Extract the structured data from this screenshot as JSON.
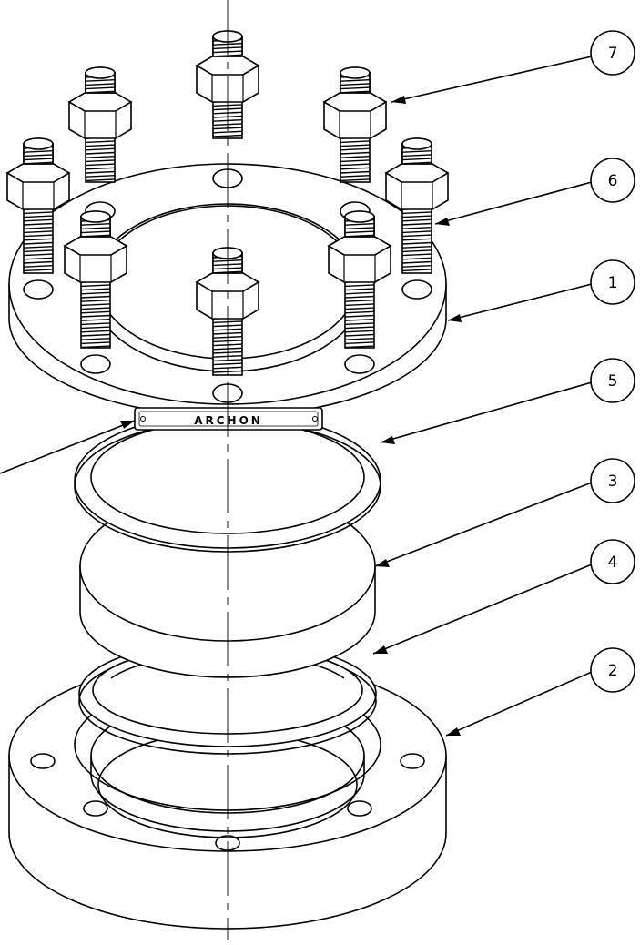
{
  "nameplate": {
    "label": "ARCHON"
  },
  "balloons": [
    {
      "id": "7",
      "label": "7"
    },
    {
      "id": "6",
      "label": "6"
    },
    {
      "id": "1",
      "label": "1"
    },
    {
      "id": "5",
      "label": "5"
    },
    {
      "id": "3",
      "label": "3"
    },
    {
      "id": "4",
      "label": "4"
    },
    {
      "id": "2",
      "label": "2"
    }
  ],
  "colors": {
    "line": "#000000",
    "background": "#ffffff"
  }
}
